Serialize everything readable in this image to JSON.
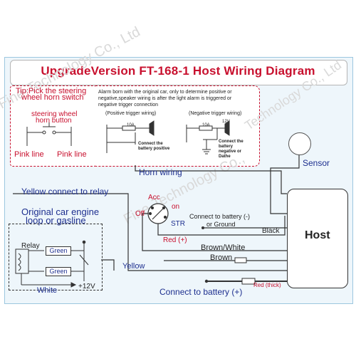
{
  "title": "UpgradeVersion FT-168-1 Host Wiring Diagram",
  "tip": {
    "line1": "Tip:Pick the steering",
    "line2": "wheel horn switch",
    "steering_line1": "steering wheel",
    "steering_line2": "horn button",
    "pink_left": "Pink line",
    "pink_right": "Pink line"
  },
  "alarm_note": {
    "line1": "Alarm born with the original car, only to determine positive or",
    "line2": "negative,speaker wiring is after the light alarm is triggered or",
    "line3": "negative trigger connection",
    "positive_label": "(Positive trigger wiring)",
    "negative_label": "(Negative trigger wiring)",
    "connect_positive_1": "Connect the",
    "connect_positive_2": "battery positive",
    "connect_negative_1": "Connect the",
    "connect_negative_2": "battery",
    "connect_negative_3": "negative or",
    "connect_negative_4": "Dathe",
    "fuse_left": "10A",
    "fuse_right": "10A",
    "speaker_right": "12V"
  },
  "labels": {
    "horn_wiring": "Horn wiring",
    "sensor": "Sensor",
    "host": "Host",
    "yellow_relay": "Yellow connect to relay",
    "engine_line1": "Original car engine",
    "engine_line2": "loop or gasline",
    "relay": "Relay",
    "green1": "Green",
    "green2": "Green",
    "white": "White",
    "plus12": "+12V",
    "acc": "Acc",
    "on": "on",
    "off": "Off",
    "str": "STR",
    "red_plus": "Red (+)",
    "connect_ground_1": "Connect to battery (-)",
    "connect_ground_2": "or Ground",
    "black": "Black",
    "brown_white": "Brown/White",
    "brown": "Brown",
    "yellow": "Yellow",
    "red_thick": "Red  (thick)",
    "connect_positive": "Connect to battery (+)"
  },
  "watermark": {
    "text1": "Fine-Technology Co., Ltd",
    "text2": "Fine-Technology Co.,",
    "text3": "Technology Co., Ltd"
  },
  "colors": {
    "title": "#c8102e",
    "label_blue": "#1d2f8f",
    "label_red": "#c8102e",
    "frame": "#eef6fb"
  }
}
